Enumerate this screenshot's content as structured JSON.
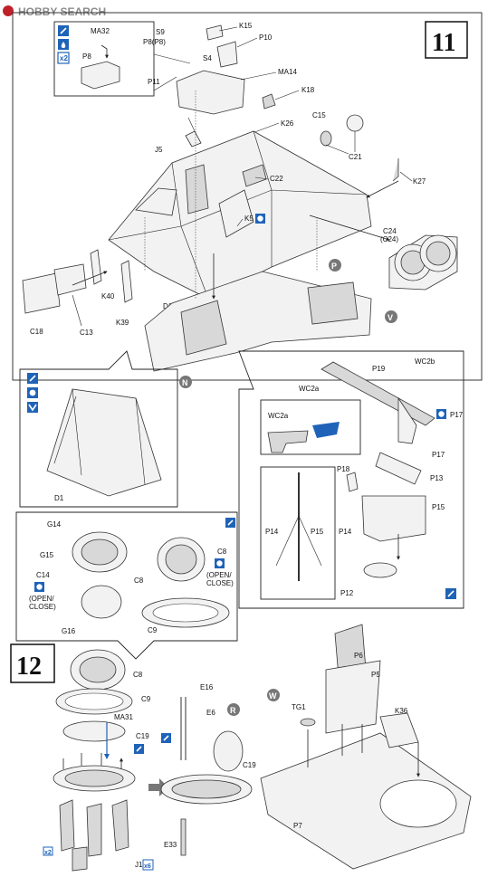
{
  "watermark": {
    "brand": "HOBBY SEARCH"
  },
  "steps": {
    "s11": "11",
    "s12": "12"
  },
  "icons": [
    "glue-icon",
    "cement-icon",
    "repeat-x2-icon",
    "attention-icon",
    "optional-icon"
  ],
  "callouts": {
    "P": "P",
    "V": "V",
    "N": "N",
    "R": "R",
    "W": "W"
  },
  "labels": {
    "MA32": "MA32",
    "P8": "P8",
    "S9": "S9",
    "P8P8": "P8(P8)",
    "S4": "S4",
    "K15": "K15",
    "P10": "P10",
    "MA14": "MA14",
    "P11": "P11",
    "K18": "K18",
    "K26": "K26",
    "C15": "C15",
    "C21": "C21",
    "J5": "J5",
    "C22": "C22",
    "K27": "K27",
    "K5": "K5",
    "C24": "C24",
    "C24b": "(C24)",
    "C18": "C18",
    "C13": "C13",
    "K40": "K40",
    "K39": "K39",
    "D1": "D1",
    "D1b": "D1",
    "P19": "P19",
    "WC2b": "WC2b",
    "WC2a": "WC2a",
    "WC2a2": "WC2a",
    "P17": "P17",
    "P17b": "P17",
    "P18": "P18",
    "P13": "P13",
    "P15": "P15",
    "P14": "P14",
    "P15b": "P15",
    "P14b": "P14",
    "P12": "P12",
    "G14": "G14",
    "G15": "G15",
    "C8": "C8",
    "C8b": "C8",
    "C14": "C14",
    "openClose1": "(OPEN/",
    "openClose2": "CLOSE)",
    "openClose3": "(OPEN/",
    "openClose4": "CLOSE)",
    "G16": "G16",
    "C9": "C9",
    "C8c": "C8",
    "C9b": "C9",
    "MA31": "MA31",
    "C19": "C19",
    "E16": "E16",
    "E6": "E6",
    "C19b": "C19",
    "E33": "E33",
    "J1": "J1",
    "x2": "x2",
    "x6": "x6",
    "P6": "P6",
    "P5": "P5",
    "TG1": "TG1",
    "K36": "K36",
    "P7": "P7"
  }
}
